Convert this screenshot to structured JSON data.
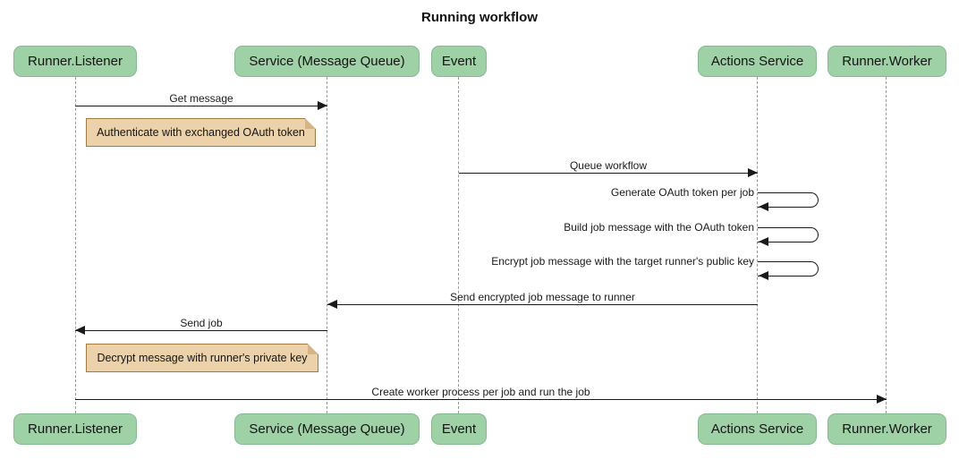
{
  "title": "Running workflow",
  "actors": [
    {
      "label": "Runner.Listener"
    },
    {
      "label": "Service (Message Queue)"
    },
    {
      "label": "Event"
    },
    {
      "label": "Actions Service"
    },
    {
      "label": "Runner.Worker"
    }
  ],
  "messages": [
    {
      "label": "Get message",
      "from": "Runner.Listener",
      "to": "Service (Message Queue)",
      "type": "arrow"
    },
    {
      "label": "Queue workflow",
      "from": "Event",
      "to": "Actions Service",
      "type": "arrow"
    },
    {
      "label": "Generate OAuth token per job",
      "from": "Actions Service",
      "to": "Actions Service",
      "type": "self"
    },
    {
      "label": "Build job message with the OAuth token",
      "from": "Actions Service",
      "to": "Actions Service",
      "type": "self"
    },
    {
      "label": "Encrypt job message with the target runner's public key",
      "from": "Actions Service",
      "to": "Actions Service",
      "type": "self"
    },
    {
      "label": "Send encrypted job message to runner",
      "from": "Actions Service",
      "to": "Service (Message Queue)",
      "type": "arrow"
    },
    {
      "label": "Send job",
      "from": "Service (Message Queue)",
      "to": "Runner.Listener",
      "type": "arrow"
    },
    {
      "label": "Create worker process per job and run the job",
      "from": "Runner.Listener",
      "to": "Runner.Worker",
      "type": "arrow"
    }
  ],
  "notes": [
    {
      "label": "Authenticate with exchanged OAuth token",
      "over": "Runner.Listener"
    },
    {
      "label": "Decrypt message with runner's private key",
      "over": "Runner.Listener"
    }
  ],
  "colors": {
    "actor_fill": "#9fd1a7",
    "actor_border": "#85ba90",
    "note_fill": "#ecd2ab",
    "note_border": "#a27c3e",
    "lifeline": "#999999",
    "message_line": "#1a1a1a",
    "background": "#ffffff"
  }
}
